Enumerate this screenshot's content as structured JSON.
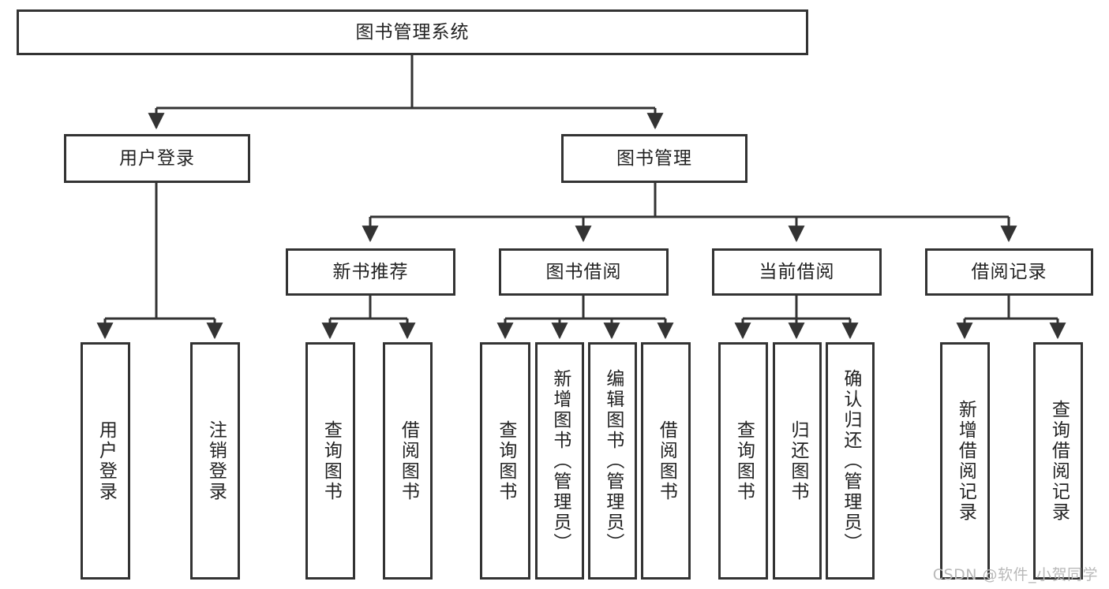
{
  "diagram": {
    "title": "图书管理系统",
    "type": "tree",
    "root": {
      "label": "图书管理系统"
    },
    "level2": [
      {
        "label": "用户登录"
      },
      {
        "label": "图书管理"
      }
    ],
    "level3": [
      {
        "label": "新书推荐"
      },
      {
        "label": "图书借阅"
      },
      {
        "label": "当前借阅"
      },
      {
        "label": "借阅记录"
      }
    ],
    "leaves": {
      "user_login": [
        {
          "label": "用户登录"
        },
        {
          "label": "注销登录"
        }
      ],
      "new_book_recommend": [
        {
          "label": "查询图书"
        },
        {
          "label": "借阅图书"
        }
      ],
      "book_borrow": [
        {
          "label": "查询图书"
        },
        {
          "label": "新增图书（管理员）"
        },
        {
          "label": "编辑图书（管理员）"
        },
        {
          "label": "借阅图书"
        }
      ],
      "current_borrow": [
        {
          "label": "查询图书"
        },
        {
          "label": "归还图书"
        },
        {
          "label": "确认归还（管理员）"
        }
      ],
      "borrow_record": [
        {
          "label": "新增借阅记录"
        },
        {
          "label": "查询借阅记录"
        }
      ]
    }
  },
  "watermark": {
    "text": "CSDN @软件_小贺同学"
  },
  "colors": {
    "stroke": "#333333",
    "fill": "#ffffff",
    "text": "#222222",
    "watermark": "#b9b9b9"
  }
}
